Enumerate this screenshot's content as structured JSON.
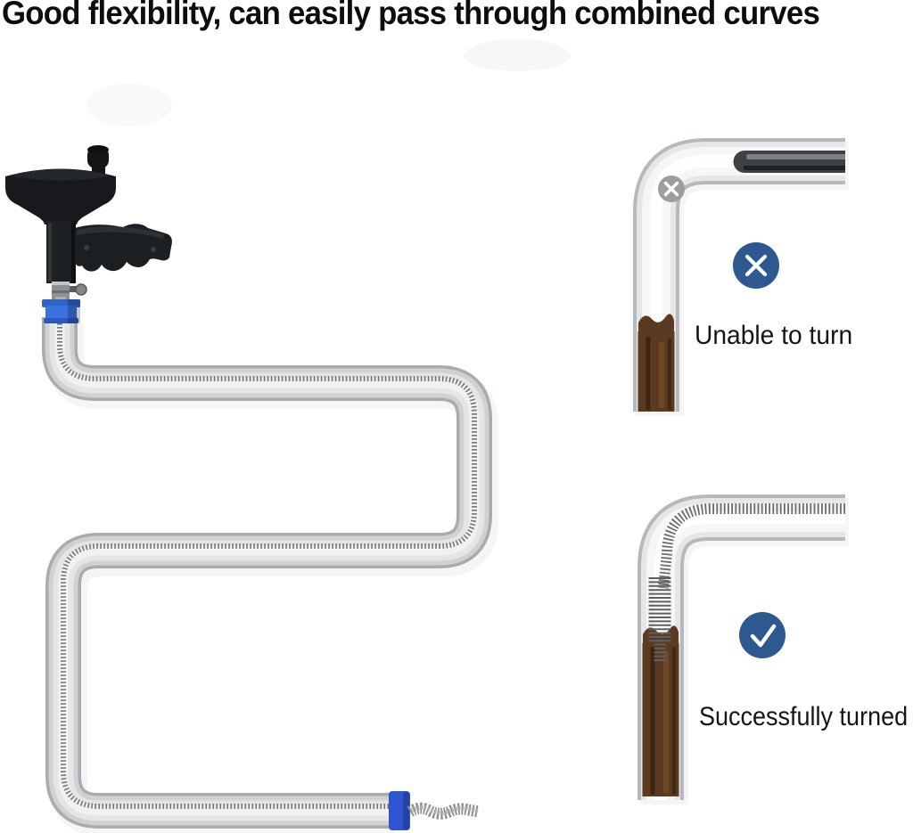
{
  "title": "Good flexibility, can easily pass through combined curves",
  "panels": {
    "unable": {
      "label": "Unable to turn",
      "icon": "x-circle-icon"
    },
    "success": {
      "label": "Successfully turned",
      "icon": "check-circle-icon"
    }
  },
  "illustration": {
    "tool": "drum-drain-auger-with-pistol-grip",
    "tube": "flexible-spring-tube-s-curve",
    "unable_pipe": "pipe-elbow-rigid-rod-stuck",
    "success_pipe": "pipe-elbow-spring-cable-through"
  },
  "colors": {
    "accent_blue": "#2e5890",
    "coupling_blue": "#3a72dd",
    "cap_blue": "#2f55cf",
    "clog_brown": "#5a3a21",
    "corner_badge_gray": "#98999b"
  }
}
